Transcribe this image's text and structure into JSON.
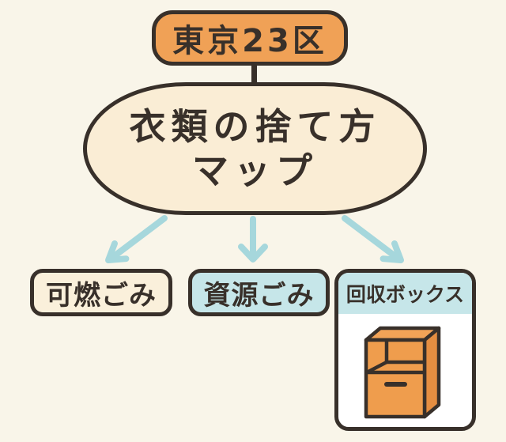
{
  "diagram": {
    "badge": {
      "label": "東京23区"
    },
    "title": {
      "line1": "衣類の捨て方",
      "line2": "マップ"
    },
    "branches": [
      {
        "label": "可燃ごみ",
        "style": "cream"
      },
      {
        "label": "資源ごみ",
        "style": "blue"
      },
      {
        "label": "回収ボックス",
        "style": "blue-header-card",
        "icon": "collection-box-icon"
      }
    ],
    "colors": {
      "background": "#F9F5E9",
      "outline": "#38302A",
      "text": "#38302A",
      "badge_fill": "#F0A156",
      "title_fill": "#FAEDD5",
      "burnable_fill": "#FAF0DB",
      "recyclable_fill": "#C6E6E9",
      "collection_header_fill": "#C6E6E9",
      "collection_body_fill": "#FFFFFF",
      "arrow": "#A6D7DC",
      "collection_box_front": "#EF9D4D",
      "collection_box_top": "#F2A357",
      "collection_box_side": "#E58E41"
    }
  }
}
